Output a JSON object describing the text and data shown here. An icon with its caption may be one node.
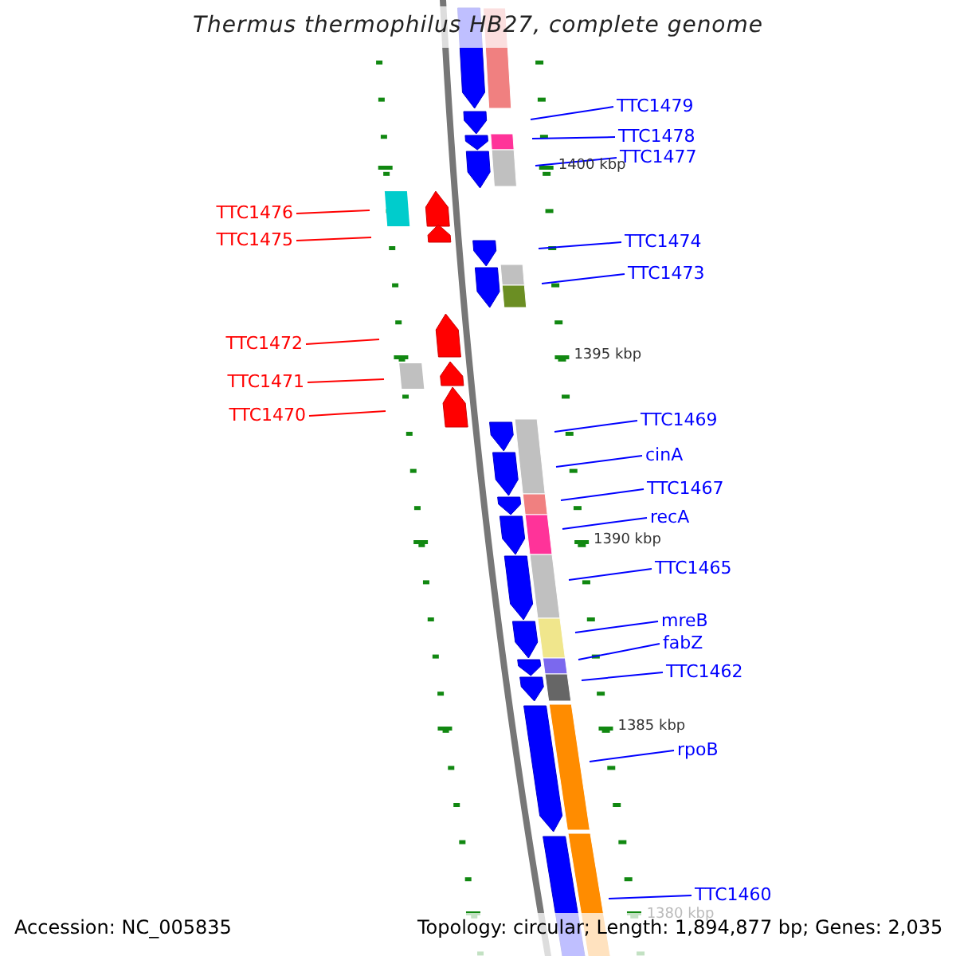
{
  "diagram": {
    "title": "Thermus thermophilus HB27, complete genome",
    "nodes": [
      {
        "text": [
          "TTC1479"
        ]
      },
      {
        "text": [
          "TTC1478"
        ]
      },
      {
        "text": [
          "TTC1477"
        ]
      },
      {
        "text": [
          "TTC1476"
        ]
      },
      {
        "text": [
          "TTC1475"
        ]
      },
      {
        "text": [
          "TTC1474"
        ]
      },
      {
        "text": [
          "TTC1473"
        ]
      },
      {
        "text": [
          "TTC1472"
        ]
      },
      {
        "text": [
          "TTC1471"
        ]
      },
      {
        "text": [
          "TTC1470"
        ]
      },
      {
        "text": [
          "TTC1469"
        ]
      },
      {
        "text": [
          "cinA"
        ]
      },
      {
        "text": [
          "TTC1467"
        ]
      },
      {
        "text": [
          "recA"
        ]
      },
      {
        "text": [
          "TTC1465"
        ]
      },
      {
        "text": [
          "mreB"
        ]
      },
      {
        "text": [
          "fabZ"
        ]
      },
      {
        "text": [
          "TTC1462"
        ]
      },
      {
        "text": [
          "rpoB"
        ]
      },
      {
        "text": [
          "TTC1460"
        ]
      }
    ],
    "edges": [
      {
        "from": 0,
        "to": null,
        "arrow": "none"
      },
      {
        "from": 1,
        "to": null,
        "arrow": "none"
      },
      {
        "from": 2,
        "to": null,
        "arrow": "none"
      },
      {
        "from": 3,
        "to": null,
        "arrow": "none",
        "color": "#ff0000"
      },
      {
        "from": 4,
        "to": null,
        "arrow": "none",
        "color": "#ff0000"
      },
      {
        "from": 5,
        "to": null,
        "arrow": "none"
      },
      {
        "from": 6,
        "to": null,
        "arrow": "none"
      },
      {
        "from": 7,
        "to": null,
        "arrow": "none",
        "color": "#ff0000"
      },
      {
        "from": 8,
        "to": null,
        "arrow": "none",
        "color": "#ff0000"
      },
      {
        "from": 9,
        "to": null,
        "arrow": "none",
        "color": "#ff0000"
      },
      {
        "from": 10,
        "to": null,
        "arrow": "none"
      },
      {
        "from": 11,
        "to": null,
        "arrow": "none"
      },
      {
        "from": 12,
        "to": null,
        "arrow": "none"
      },
      {
        "from": 13,
        "to": null,
        "arrow": "none"
      },
      {
        "from": 14,
        "to": null,
        "arrow": "none"
      },
      {
        "from": 15,
        "to": null,
        "arrow": "none"
      },
      {
        "from": 16,
        "to": null,
        "arrow": "none"
      },
      {
        "from": 17,
        "to": null,
        "arrow": "none"
      },
      {
        "from": 18,
        "to": null,
        "arrow": "none"
      },
      {
        "from": 19,
        "to": null,
        "arrow": "none"
      }
    ],
    "labels": [
      "1400 kbp",
      "1395 kbp",
      "1390 kbp",
      "1385 kbp",
      "1380 kbp",
      "Accession: NC_005835",
      "Topology: circular; Length: 1,894,877 bp; Genes: 2,035"
    ]
  }
}
